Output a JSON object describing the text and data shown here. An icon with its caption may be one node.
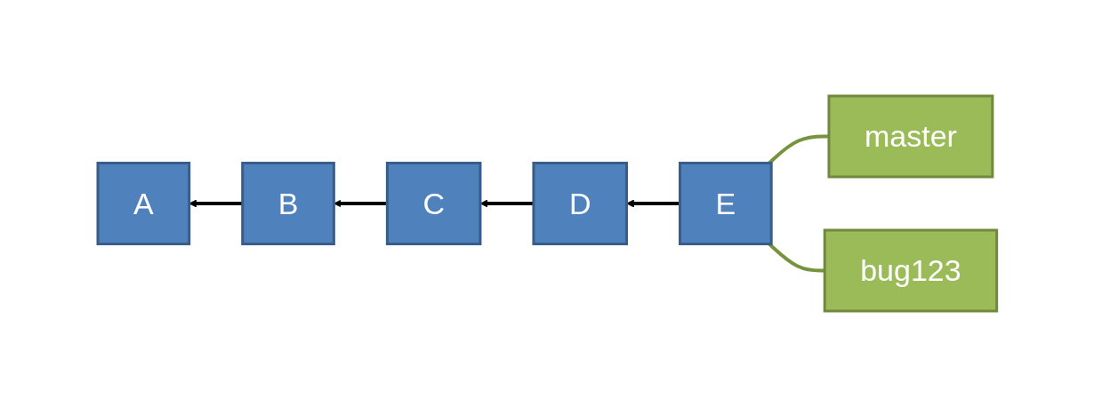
{
  "diagram": {
    "nodes": [
      {
        "text": [
          "A"
        ]
      },
      {
        "text": [
          "B"
        ]
      },
      {
        "text": [
          "C"
        ]
      },
      {
        "text": [
          "D"
        ]
      },
      {
        "text": [
          "E"
        ]
      },
      {
        "text": [
          "master"
        ]
      },
      {
        "text": [
          "bug123"
        ]
      }
    ],
    "edges": [
      {
        "from": 1,
        "to": 0,
        "arrow": "to"
      },
      {
        "from": 2,
        "to": 1,
        "arrow": "to"
      },
      {
        "from": 3,
        "to": 2,
        "arrow": "to"
      },
      {
        "from": 4,
        "to": 3,
        "arrow": "to"
      },
      {
        "from": 5,
        "to": 4,
        "arrow": "none",
        "color": "#77933c"
      },
      {
        "from": 6,
        "to": 4,
        "arrow": "none",
        "color": "#77933c"
      }
    ]
  }
}
